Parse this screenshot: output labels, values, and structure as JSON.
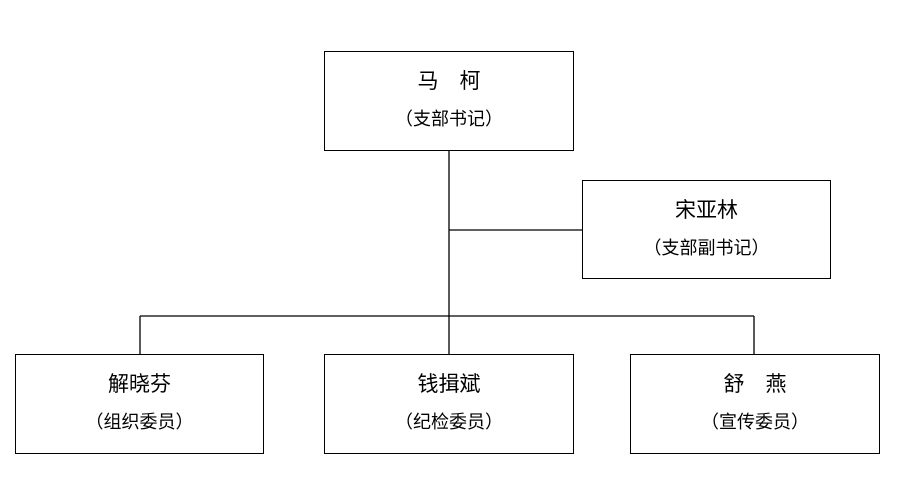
{
  "org_chart": {
    "secretary": {
      "name": "马　柯",
      "role": "（支部书记）"
    },
    "deputy": {
      "name": "宋亚林",
      "role": "（支部副书记）"
    },
    "members": [
      {
        "name": "解晓芬",
        "role": "（组织委员）"
      },
      {
        "name": "钱揖斌",
        "role": "（纪检委员）"
      },
      {
        "name": "舒　燕",
        "role": "（宣传委员）"
      }
    ]
  }
}
